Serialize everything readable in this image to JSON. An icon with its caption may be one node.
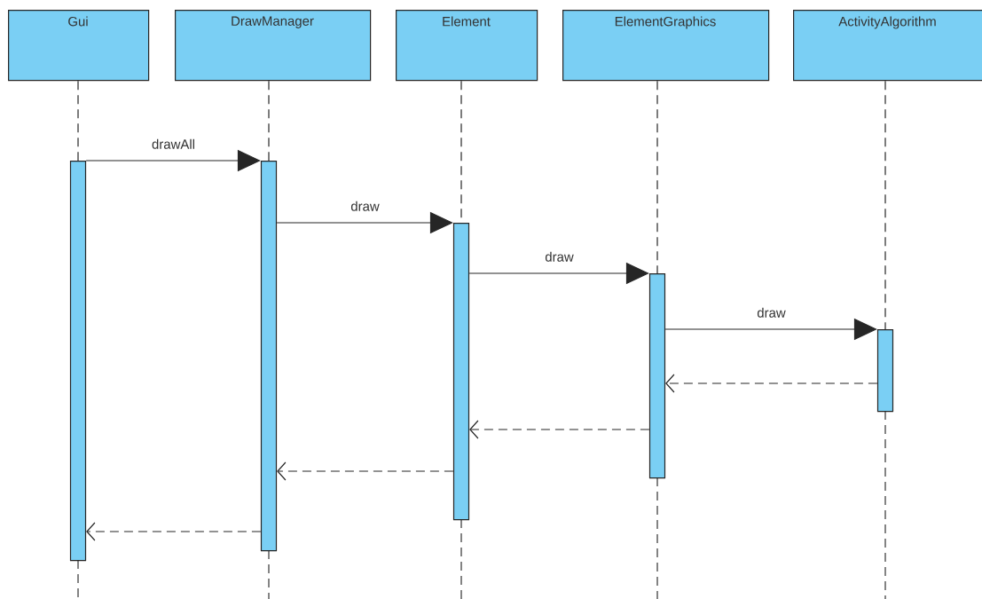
{
  "diagram": {
    "nodes": [
      {
        "text": [
          "Gui"
        ]
      },
      {
        "text": [
          "DrawManager"
        ]
      },
      {
        "text": [
          "Element"
        ]
      },
      {
        "text": [
          "ElementGraphics"
        ]
      },
      {
        "text": [
          "ActivityAlgorithm"
        ]
      },
      {
        "text": [],
        "shape": "bar"
      },
      {
        "text": [],
        "shape": "bar"
      },
      {
        "text": [],
        "shape": "bar"
      },
      {
        "text": [],
        "shape": "bar"
      },
      {
        "text": [],
        "shape": "bar"
      }
    ],
    "edges": [
      {
        "from": 0,
        "to": 5,
        "arrow": "none",
        "style": "dashed"
      },
      {
        "from": 1,
        "to": 6,
        "arrow": "none",
        "style": "dashed"
      },
      {
        "from": 2,
        "to": 7,
        "arrow": "none",
        "style": "dashed"
      },
      {
        "from": 3,
        "to": 8,
        "arrow": "none",
        "style": "dashed"
      },
      {
        "from": 4,
        "to": 9,
        "arrow": "none",
        "style": "dashed"
      },
      {
        "from": 5,
        "to": 6,
        "arrow": "to",
        "label": "drawAll"
      },
      {
        "from": 6,
        "to": 7,
        "arrow": "to",
        "label": "draw"
      },
      {
        "from": 7,
        "to": 8,
        "arrow": "to",
        "label": "draw"
      },
      {
        "from": 8,
        "to": 9,
        "arrow": "to",
        "label": "draw"
      },
      {
        "from": 9,
        "to": 8,
        "arrow": "to",
        "style": "dashed"
      },
      {
        "from": 8,
        "to": 7,
        "arrow": "to",
        "style": "dashed"
      },
      {
        "from": 7,
        "to": 6,
        "arrow": "to",
        "style": "dashed"
      },
      {
        "from": 6,
        "to": 5,
        "arrow": "to",
        "style": "dashed"
      }
    ]
  }
}
